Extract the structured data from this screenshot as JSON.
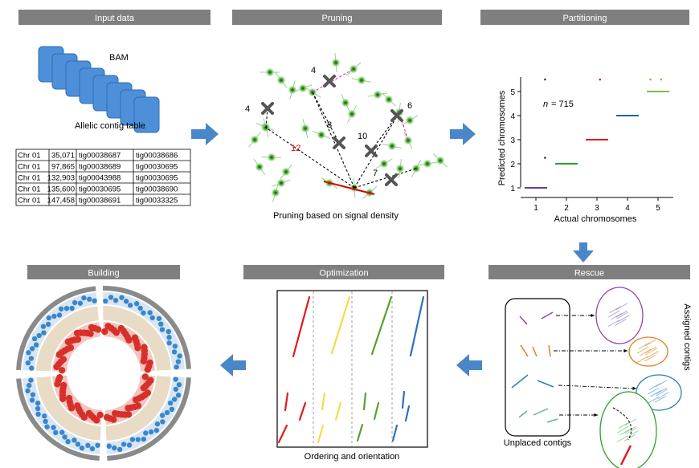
{
  "panels": {
    "input": "Input data",
    "pruning": "Pruning",
    "partitioning": "Partitioning",
    "building": "Building",
    "optimization": "Optimization",
    "rescue": "Rescue"
  },
  "input": {
    "bam_label": "BAM",
    "table_caption": "Allelic contig table",
    "rows": [
      [
        "Chr 01",
        "35,071",
        "tig00038687",
        "tig00038686"
      ],
      [
        "Chr 01",
        "97,865",
        "tig00038689",
        "tig00030695"
      ],
      [
        "Chr 01",
        "132,903",
        "tig00043988",
        "tig00030695"
      ],
      [
        "Chr 01",
        "135,600",
        "tig00030695",
        "tig00038690"
      ],
      [
        "Chr 01",
        "147,458",
        "tig00038691",
        "tig00033325"
      ]
    ]
  },
  "pruning": {
    "caption": "Pruning based on signal density",
    "edge_labels": [
      "4",
      "4",
      "8",
      "10",
      "6",
      "7",
      "12"
    ]
  },
  "partitioning": {
    "xlabel": "Actual chromosomes",
    "ylabel": "Predicted chromosomes",
    "annotation_n": "n",
    "annotation_value": "= 715",
    "x_ticks": [
      "1",
      "2",
      "3",
      "4",
      "5"
    ],
    "y_ticks": [
      "1",
      "2",
      "3",
      "4",
      "5"
    ],
    "colors": [
      "#6a3d9a",
      "#2ca02c",
      "#e31a1c",
      "#1f5fbf",
      "#7ac143"
    ]
  },
  "optimization": {
    "caption": "Ordering and orientation"
  },
  "rescue": {
    "left_caption": "Unplaced contigs",
    "right_caption": "Assigned contigs"
  },
  "chart_data": {
    "type": "scatter",
    "xlabel": "Actual chromosomes",
    "ylabel": "Predicted chromosomes",
    "xlim": [
      0.5,
      5.5
    ],
    "ylim": [
      0.6,
      5.6
    ],
    "series": [
      {
        "values": [
          [
            1,
            1
          ]
        ]
      },
      {
        "values": [
          [
            2,
            2
          ]
        ]
      },
      {
        "values": [
          [
            3,
            3
          ]
        ]
      },
      {
        "values": [
          [
            4,
            4
          ]
        ]
      },
      {
        "values": [
          [
            5,
            5
          ]
        ]
      }
    ]
  }
}
